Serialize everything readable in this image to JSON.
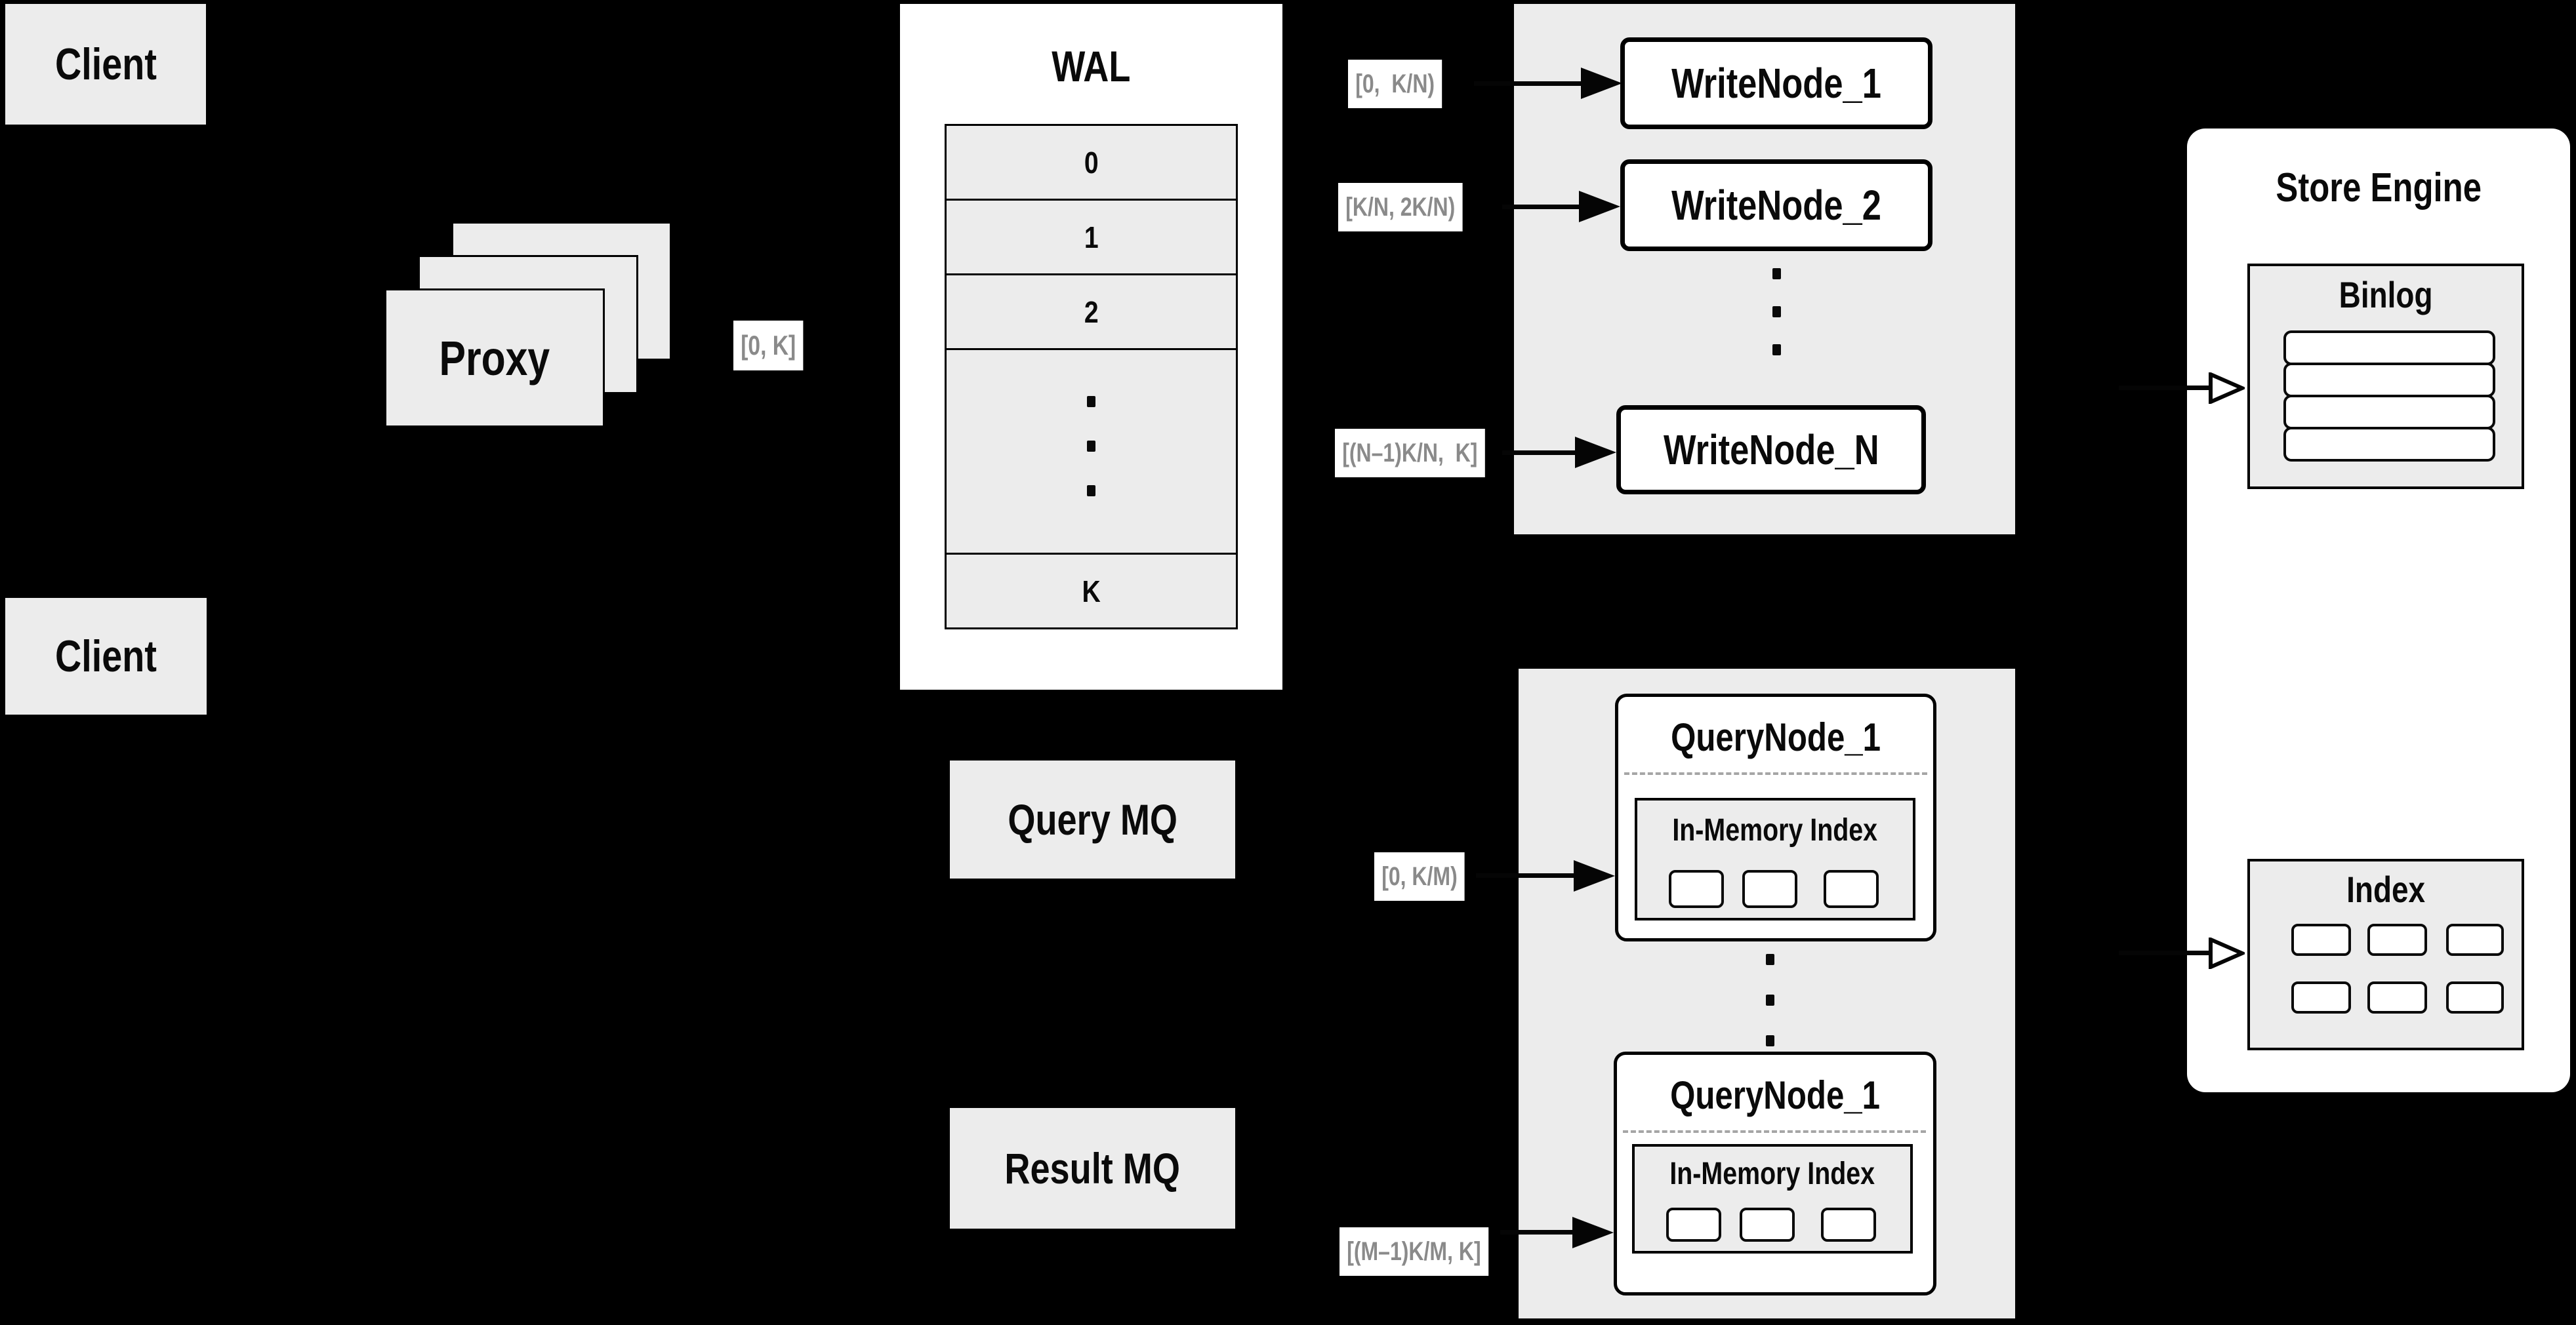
{
  "colors": {
    "background": "#000000",
    "box_gray": "#ececec",
    "box_white": "#ffffff",
    "border": "#000000",
    "range_label_text": "#8a8a8a",
    "dashed_divider": "#a6a6a6"
  },
  "clients": [
    {
      "label": "Client"
    },
    {
      "label": "Client"
    }
  ],
  "proxy": {
    "label": "Proxy",
    "range_label": "[0, K]"
  },
  "wal": {
    "title": "WAL",
    "segments": [
      "0",
      "1",
      "2",
      "K"
    ]
  },
  "write": {
    "nodes": [
      "WriteNode_1",
      "WriteNode_2",
      "WriteNode_N"
    ],
    "range_labels": [
      "[0,  K/N)",
      "[K/N, 2K/N)",
      "[(N–1)K/N,  K]"
    ]
  },
  "mq": {
    "query": "Query MQ",
    "result": "Result MQ"
  },
  "query": {
    "nodes": [
      {
        "title": "QueryNode_1",
        "index_label": "In-Memory Index"
      },
      {
        "title": "QueryNode_1",
        "index_label": "In-Memory Index"
      }
    ],
    "range_labels": [
      "[0, K/M)",
      "[(M–1)K/M, K]"
    ]
  },
  "store": {
    "title": "Store Engine",
    "binlog": "Binlog",
    "index": "Index"
  }
}
